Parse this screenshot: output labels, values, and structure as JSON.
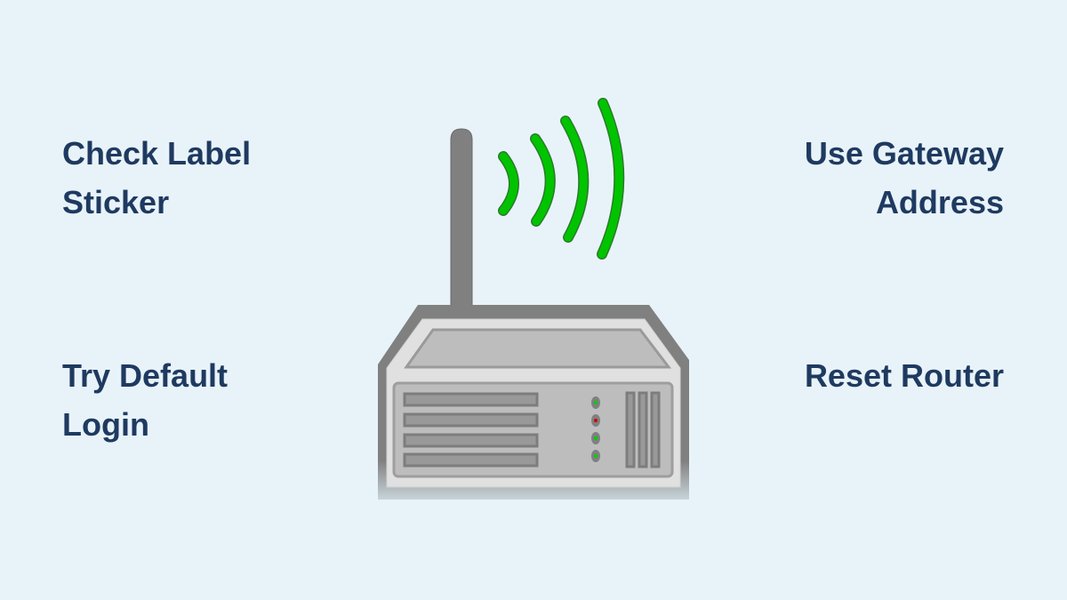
{
  "labels": {
    "top_left": [
      "Check Label",
      "Sticker"
    ],
    "bottom_left": [
      "Try Default",
      "Login"
    ],
    "top_right": [
      "Use Gateway",
      "Address"
    ],
    "bottom_right": [
      "Reset Router"
    ]
  },
  "colors": {
    "background": "#e8f3f9",
    "text": "#1f3a60",
    "signal": "#00c400",
    "led_on": "#00d000",
    "led_alert": "#d00000"
  },
  "icons": [
    "wireless-router-icon",
    "wifi-signal-icon"
  ]
}
